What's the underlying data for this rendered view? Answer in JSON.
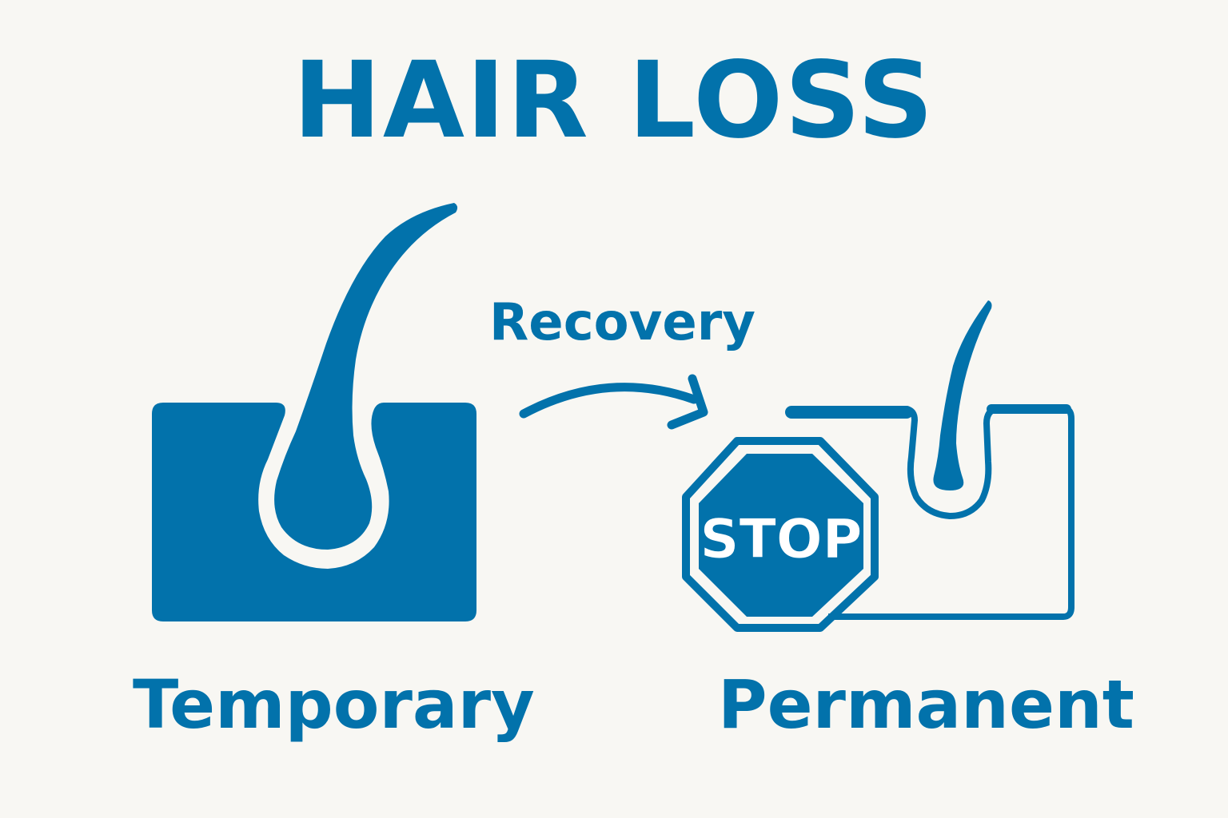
{
  "title": "HAIR LOSS",
  "arrow_label": "Recovery",
  "temporary_label": "Temporary",
  "permanent_label": "Permanent",
  "stop_sign_text": "STOP",
  "colors": {
    "primary": "#0272ab",
    "background": "#f8f7f3"
  },
  "icons": {
    "temporary": "hair-follicle-in-skin-icon",
    "arrow": "curved-arrow-icon",
    "stop": "stop-sign-icon",
    "permanent": "shrunken-follicle-icon"
  }
}
